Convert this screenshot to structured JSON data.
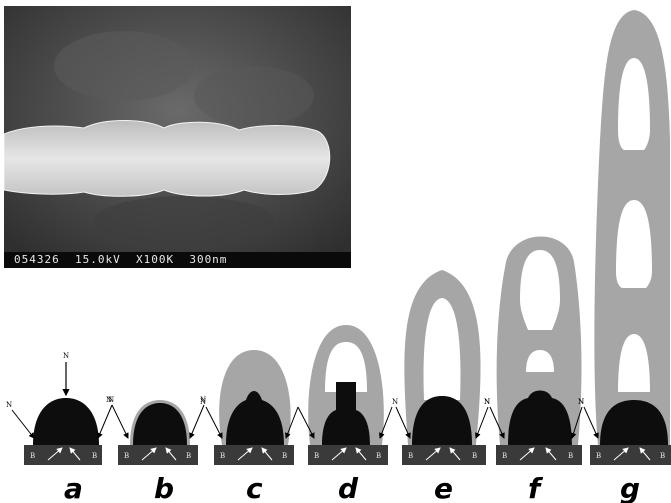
{
  "sem": {
    "caption": "054326  15.0kV  X100K  300nm"
  },
  "stages": [
    {
      "label": "a"
    },
    {
      "label": "b"
    },
    {
      "label": "c"
    },
    {
      "label": "d"
    },
    {
      "label": "e"
    },
    {
      "label": "f"
    },
    {
      "label": "g"
    }
  ],
  "markers": {
    "nitrogen": "N",
    "boron": "B"
  },
  "colors": {
    "shell": "#a6a6a6",
    "core": "#0d0d0d",
    "substrate": "#3a3a3a",
    "background": "#ffffff"
  }
}
